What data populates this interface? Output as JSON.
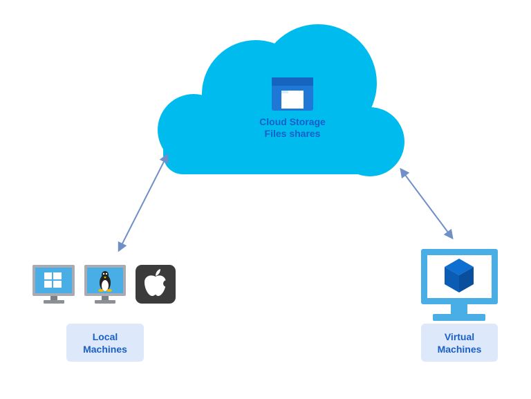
{
  "cloud": {
    "line1": "Cloud Storage",
    "line2": "Files shares",
    "fill_color": "#00bbee",
    "icon": "folder-window-icon"
  },
  "connector_color": "#6f8fc8",
  "local": {
    "line1": "Local",
    "line2": "Machines",
    "icons": [
      "windows-monitor-icon",
      "linux-monitor-icon",
      "apple-icon"
    ]
  },
  "virtual": {
    "line1": "Virtual",
    "line2": "Machines",
    "icon": "virtual-machine-monitor-icon"
  },
  "colors": {
    "label_background": "#dde8fb",
    "label_text": "#1a5fc8",
    "monitor_blue": "#4aaee6"
  }
}
